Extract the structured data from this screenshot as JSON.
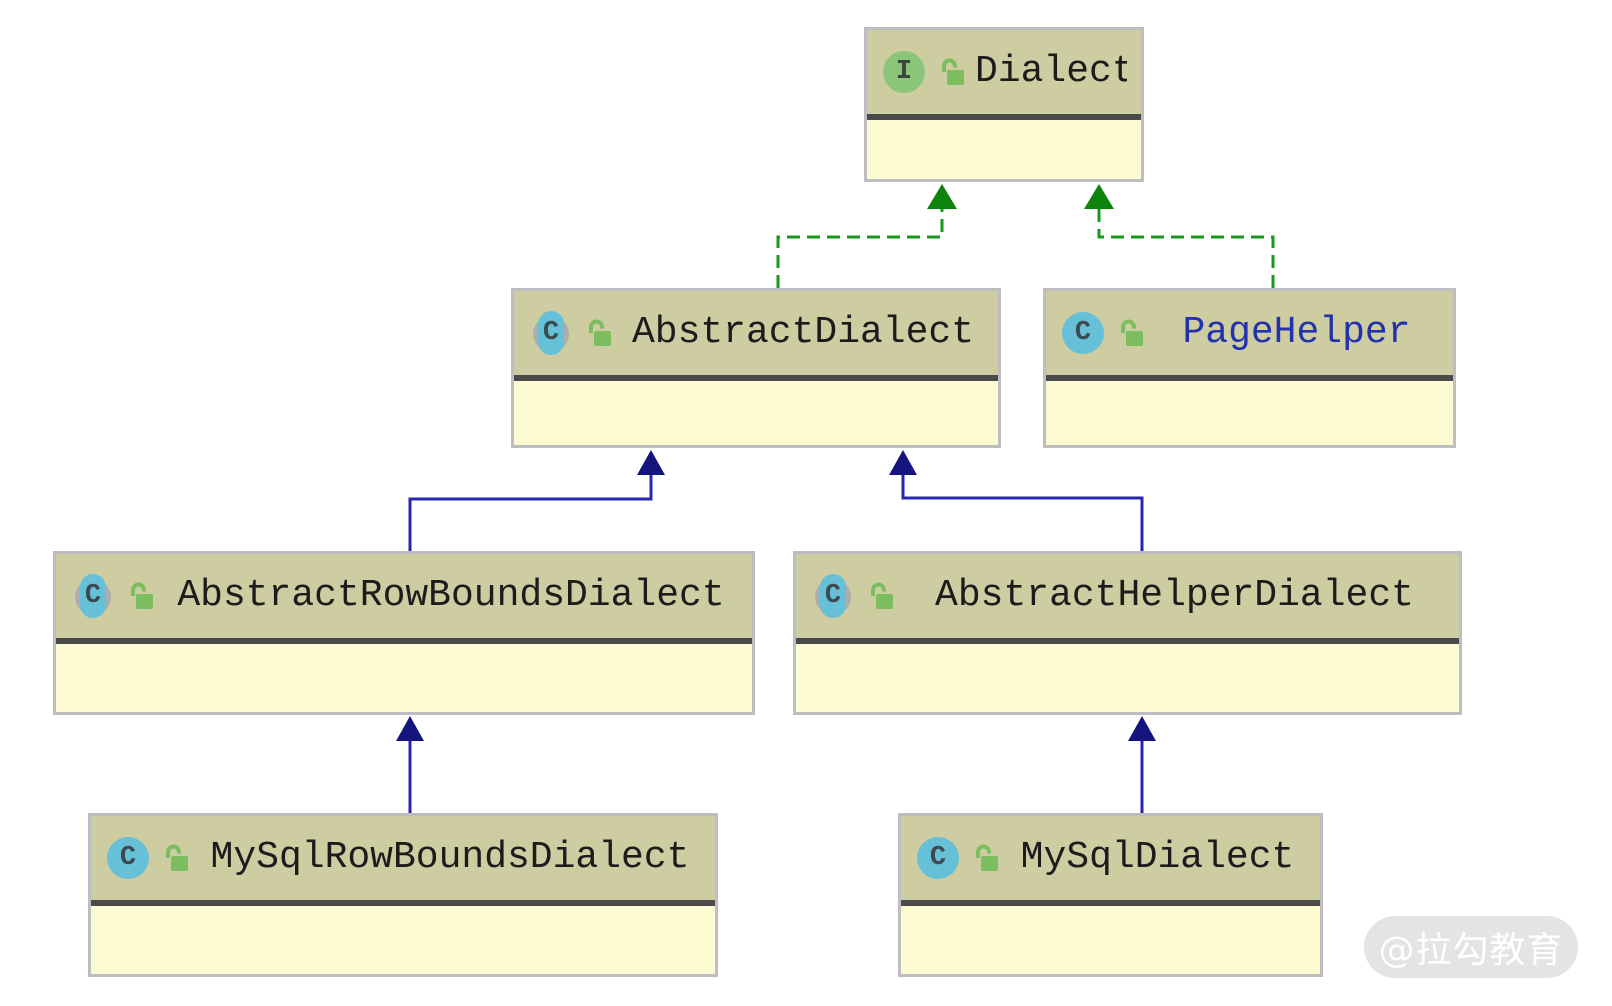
{
  "diagram": {
    "classes": [
      {
        "id": "dialect",
        "name": "Dialect",
        "kind": "interface",
        "badge": "I",
        "name_color": "#1c1c1c"
      },
      {
        "id": "abstract-dialect",
        "name": "AbstractDialect",
        "kind": "abstract-class",
        "badge": "C",
        "name_color": "#1c1c1c"
      },
      {
        "id": "page-helper",
        "name": "PageHelper",
        "kind": "class",
        "badge": "C",
        "name_color": "#2231ac"
      },
      {
        "id": "abstract-row-bounds-dialect",
        "name": "AbstractRowBoundsDialect",
        "kind": "abstract-class",
        "badge": "C",
        "name_color": "#1c1c1c"
      },
      {
        "id": "abstract-helper-dialect",
        "name": "AbstractHelperDialect",
        "kind": "abstract-class",
        "badge": "C",
        "name_color": "#1c1c1c"
      },
      {
        "id": "mysql-row-bounds-dialect",
        "name": "MySqlRowBoundsDialect",
        "kind": "class",
        "badge": "C",
        "name_color": "#1c1c1c"
      },
      {
        "id": "mysql-dialect",
        "name": "MySqlDialect",
        "kind": "class",
        "badge": "C",
        "name_color": "#1c1c1c"
      }
    ],
    "relations": [
      {
        "from": "AbstractDialect",
        "to": "Dialect",
        "type": "implements",
        "line_style": "dashed-green"
      },
      {
        "from": "PageHelper",
        "to": "Dialect",
        "type": "implements",
        "line_style": "dashed-green"
      },
      {
        "from": "AbstractRowBoundsDialect",
        "to": "AbstractDialect",
        "type": "extends",
        "line_style": "solid-navy"
      },
      {
        "from": "AbstractHelperDialect",
        "to": "AbstractDialect",
        "type": "extends",
        "line_style": "solid-navy"
      },
      {
        "from": "MySqlRowBoundsDialect",
        "to": "AbstractRowBoundsDialect",
        "type": "extends",
        "line_style": "solid-navy"
      },
      {
        "from": "MySqlDialect",
        "to": "AbstractHelperDialect",
        "type": "extends",
        "line_style": "solid-navy"
      }
    ],
    "icons": {
      "interface_badge": "I",
      "class_badge": "C",
      "lock": "open-padlock"
    },
    "colors": {
      "header_bg": "#cecca1",
      "body_bg": "#fcfbd2",
      "box_border": "#bdbdc2",
      "separator": "#4a4a4a",
      "implements_line": "#18991b",
      "implements_arrow": "#0e830e",
      "extends_line": "#2727ae",
      "extends_arrow": "#15157e",
      "interface_badge_bg": "#8ac579",
      "class_badge_bg": "#66c1d8",
      "abstract_arc": "#adadad",
      "lock_green": "#7cbd5f"
    },
    "watermark": {
      "text": "@拉勾教育",
      "bg": "#e4e4e4",
      "text_color": "#ffffff"
    }
  }
}
